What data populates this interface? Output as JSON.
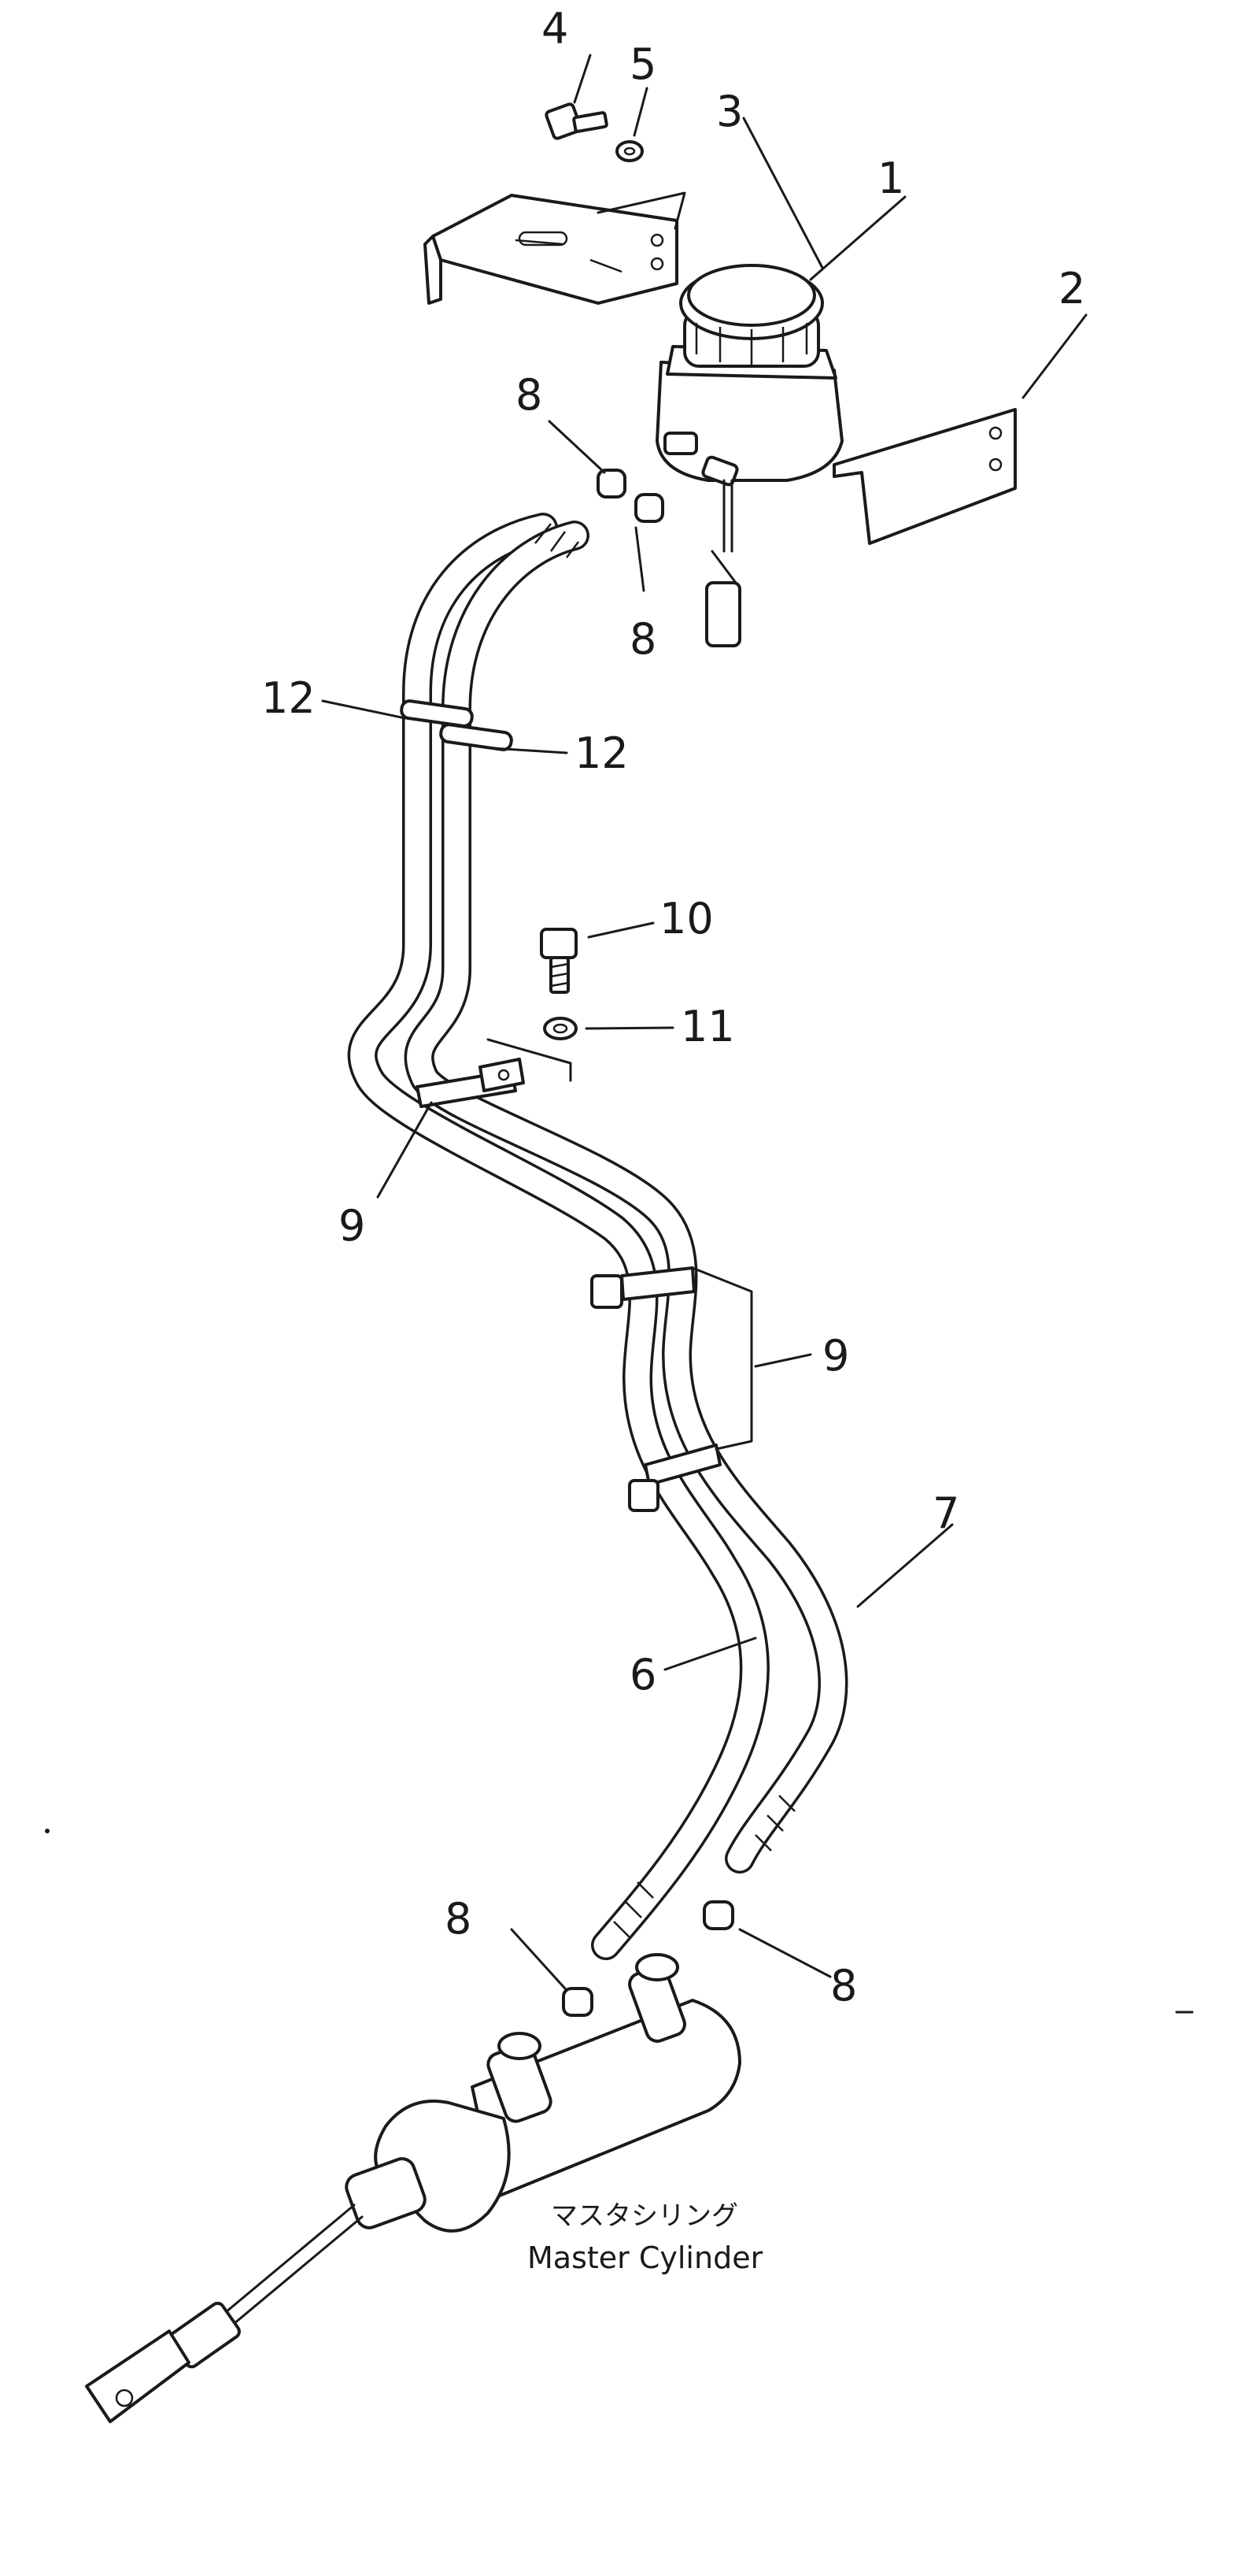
{
  "callouts": {
    "c1": "1",
    "c2": "2",
    "c3": "3",
    "c4": "4",
    "c5": "5",
    "c6": "6",
    "c7": "7",
    "c8a": "8",
    "c8b": "8",
    "c8c": "8",
    "c8d": "8",
    "c9a": "9",
    "c9b": "9",
    "c10": "10",
    "c11": "11",
    "c12a": "12",
    "c12b": "12"
  },
  "caption": {
    "japanese": "マスタシリング",
    "english": "Master Cylinder"
  }
}
